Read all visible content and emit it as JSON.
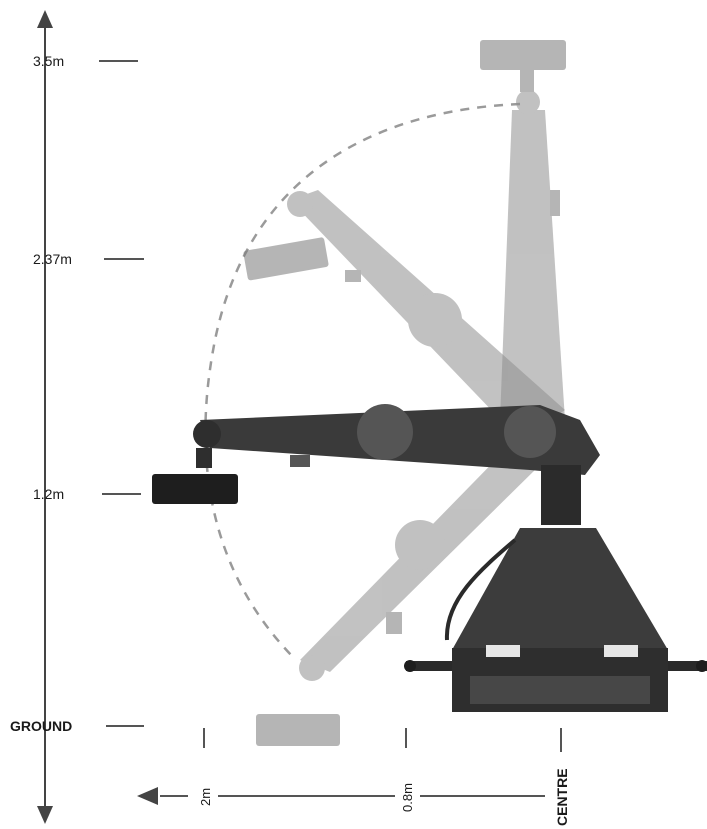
{
  "heights": {
    "h1": "3.5m",
    "h2": "2.37m",
    "h3": "1.2m",
    "ground": "GROUND"
  },
  "distances": {
    "d1": "2m",
    "d2": "0.8m",
    "centre": "CENTRE"
  },
  "colors": {
    "arm_solid": "#3a3a3a",
    "arm_faded": "#a8a8a8",
    "arc": "#9a9a9a",
    "text": "#1a1a1a"
  }
}
